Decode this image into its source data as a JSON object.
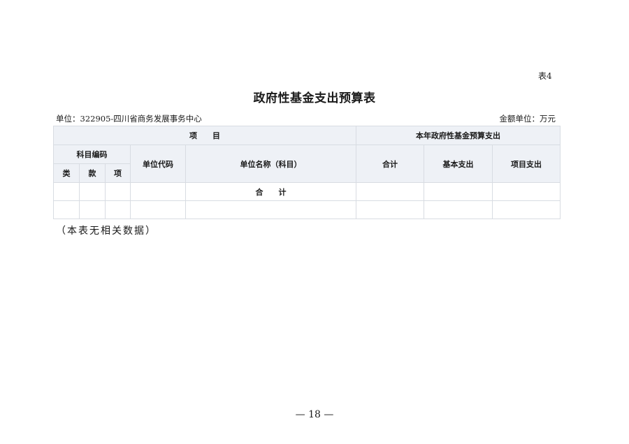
{
  "header": {
    "table_number": "表4",
    "title": "政府性基金支出预算表",
    "unit_label": "单位：322905-四川省商务发展事务中心",
    "amount_unit_label": "金额单位：万元"
  },
  "table": {
    "group_headers": {
      "item": "项目",
      "budget": "本年政府性基金预算支出"
    },
    "subject_code_header": "科目编码",
    "columns": {
      "category": "类",
      "section": "款",
      "item": "项",
      "unit_code": "单位代码",
      "unit_name": "单位名称（科目）",
      "total": "合计",
      "basic_expense": "基本支出",
      "project_expense": "项目支出"
    },
    "rows": [
      {
        "category": "",
        "section": "",
        "item": "",
        "unit_code": "",
        "unit_name": "合计",
        "total": "",
        "basic_expense": "",
        "project_expense": ""
      },
      {
        "category": "",
        "section": "",
        "item": "",
        "unit_code": "",
        "unit_name": "",
        "total": "",
        "basic_expense": "",
        "project_expense": ""
      }
    ]
  },
  "note": "（本表无相关数据）",
  "footer": {
    "page_number": "— 18 —"
  },
  "colors": {
    "header_fill": "#eef1f6",
    "border": "#d8dce2"
  }
}
